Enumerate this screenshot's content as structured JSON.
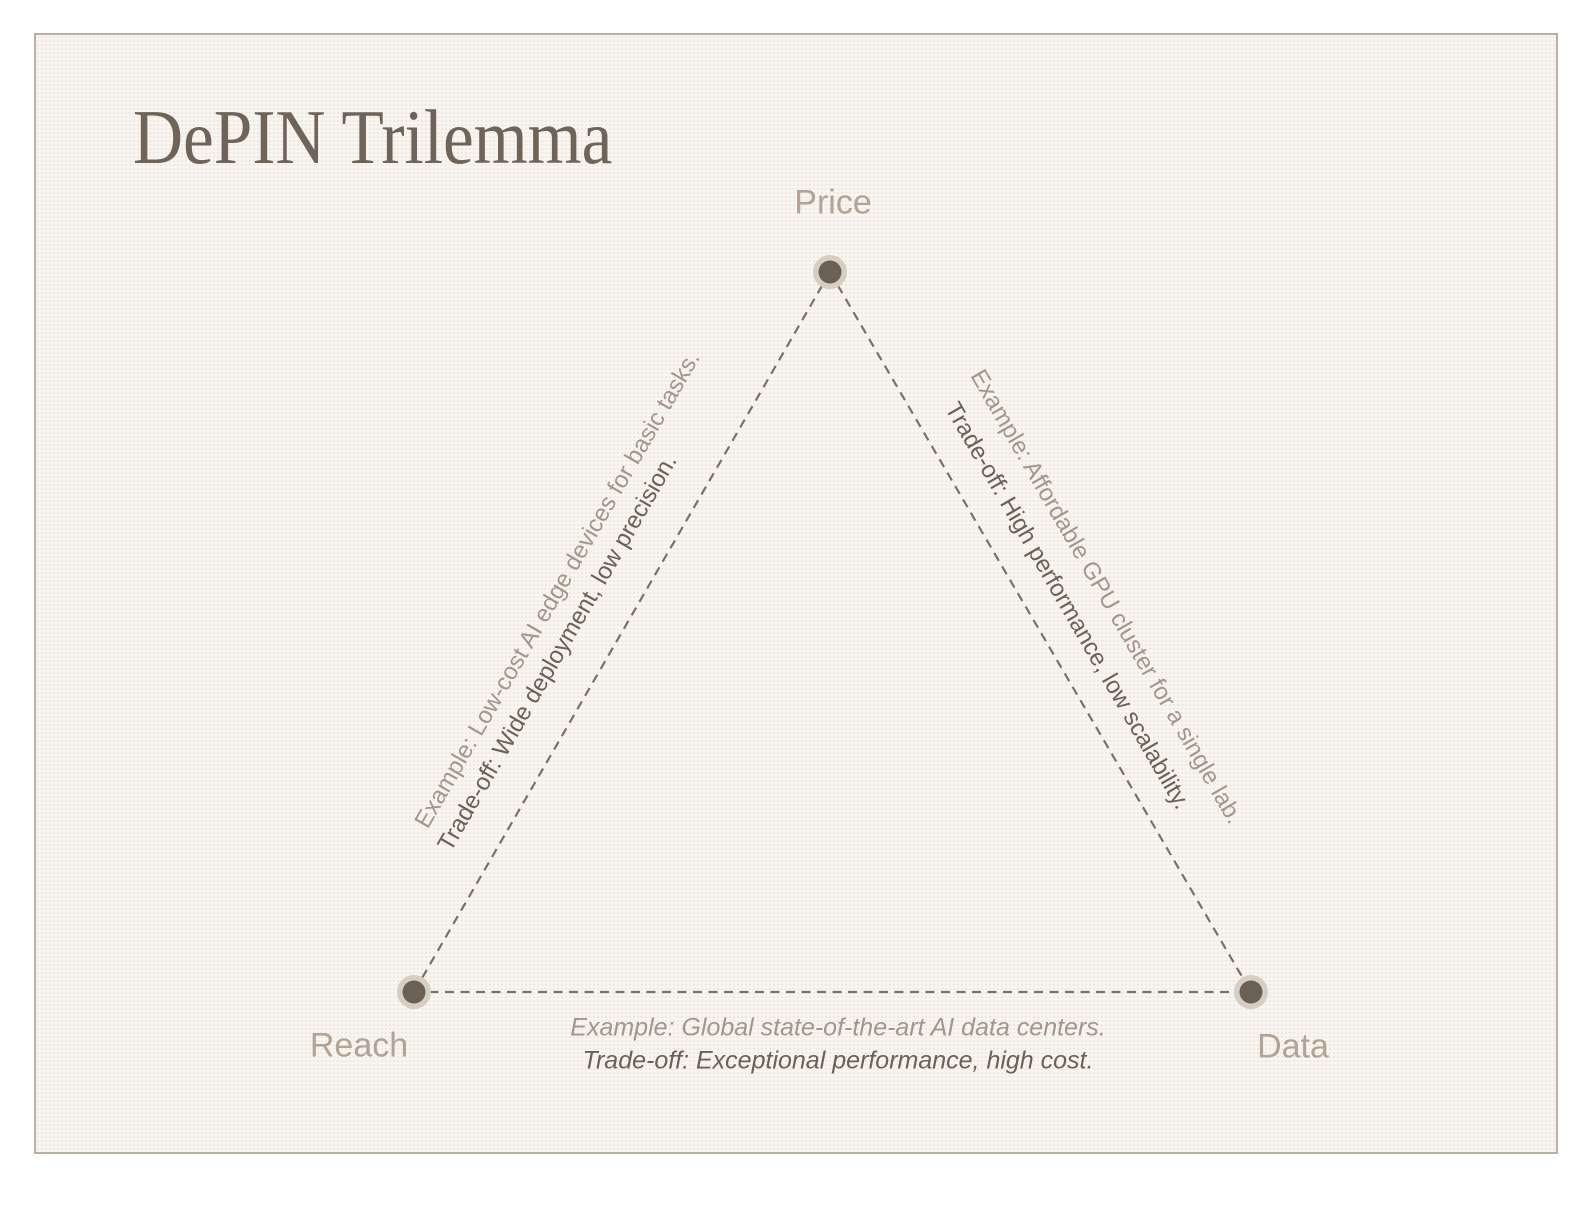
{
  "title": "DePIN Trilemma",
  "vertices": {
    "top": {
      "label": "Price"
    },
    "bottom_left": {
      "label": "Reach"
    },
    "bottom_right": {
      "label": "Data"
    }
  },
  "edges": {
    "price_reach": {
      "example": "Example: Low-cost AI edge devices for basic tasks.",
      "tradeoff": "Trade-off: Wide deployment, low precision."
    },
    "price_data": {
      "example": "Example: Affordable GPU cluster for a single lab.",
      "tradeoff": "Trade-off: High performance, low scalability."
    },
    "reach_data": {
      "example": "Example: Global state-of-the-art AI data centers.",
      "tradeoff": "Trade-off: Exceptional performance, high cost."
    }
  },
  "colors": {
    "page_background": "#ffffff",
    "panel_background": "#f8f5f1",
    "panel_border": "#b9afa3",
    "title_text": "#6e6459",
    "vertex_label": "#b2a394",
    "example_text": "#a4968a",
    "tradeoff_text": "#6b6155",
    "dashed_line": "#7b7164",
    "node_fill": "#6a6054",
    "node_ring": "#d6cdc3"
  }
}
